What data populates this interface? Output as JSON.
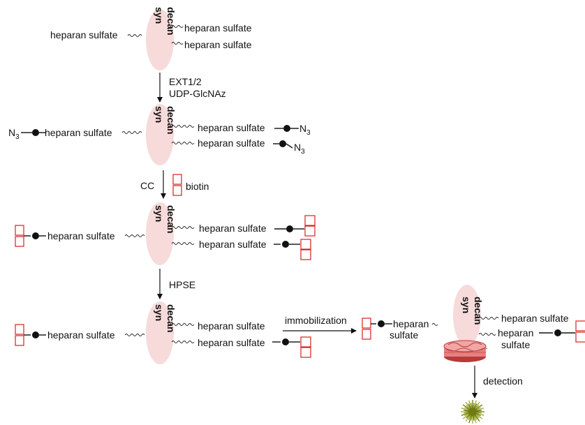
{
  "labels": {
    "hs": "heparan sulfate",
    "heparan": "heparan",
    "sulfate": "sulfate",
    "syn": "syn",
    "decan": "decan",
    "n": "N",
    "three": "3",
    "step1_line1": "EXT1/2",
    "step1_line2": "UDP-GlcNAz",
    "step2_cc": "CC",
    "step2_biotin": "biotin",
    "step3": "HPSE",
    "immobilization": "immobilization",
    "detection": "detection"
  },
  "colors": {
    "ellipse": "#f7dada",
    "biotin_stroke": "#d81e1e",
    "plate": "#e88080",
    "plate_dark": "#b83a3a",
    "burst": "#9aa51e"
  },
  "icons": [
    "biotin-box-icon",
    "alkyne-dot-icon",
    "plate-icon",
    "detection-burst-icon"
  ]
}
